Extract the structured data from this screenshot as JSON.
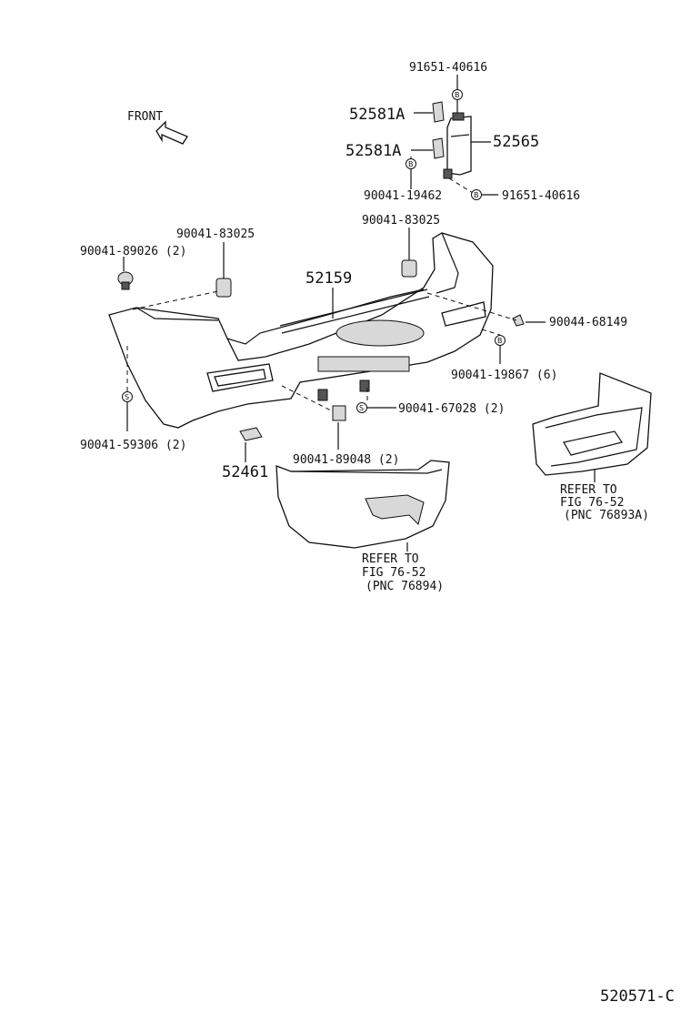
{
  "front_label": "FRONT",
  "labels": {
    "p91651_top": "91651-40616",
    "p52581A_top": "52581A",
    "p52581A_mid": "52581A",
    "p52565": "52565",
    "p90041_19462": "90041-19462",
    "p91651_bot": "91651-40616",
    "p90041_83025_l": "90041-83025",
    "p90041_83025_r": "90041-83025",
    "p90041_89026": "90041-89026 (2)",
    "p52159": "52159",
    "p90044_68149": "90044-68149",
    "p90041_19867": "90041-19867 (6)",
    "p90041_67028": "90041-67028 (2)",
    "p90041_59306": "90041-59306 (2)",
    "p90041_89048": "90041-89048 (2)",
    "p52461": "52461"
  },
  "refer_right": {
    "l1": "REFER TO",
    "l2": "FIG 76-52",
    "l3": "(PNC 76893A)"
  },
  "refer_bottom": {
    "l1": "REFER TO",
    "l2": "FIG 76-52",
    "l3": "(PNC 76894)"
  },
  "markers": {
    "b": "B",
    "s": "S"
  },
  "figure_code": "520571-C"
}
